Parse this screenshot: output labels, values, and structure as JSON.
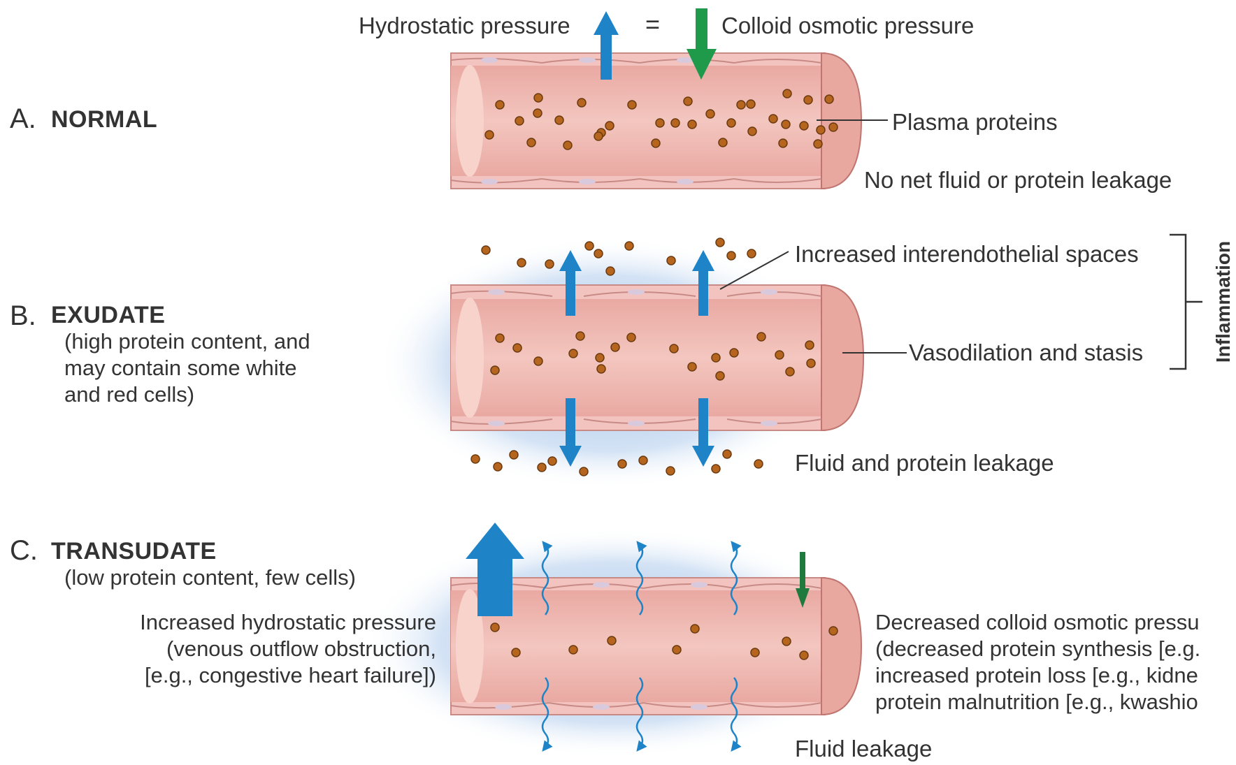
{
  "sections": {
    "normal": {
      "letter": "A.",
      "title": "NORMAL"
    },
    "exudate": {
      "letter": "B.",
      "title": "EXUDATE",
      "description": [
        "(high protein content, and",
        "may contain some white",
        "and red cells)"
      ]
    },
    "transudate": {
      "letter": "C.",
      "title": "TRANSUDATE",
      "description": [
        "(low protein content, few cells)"
      ]
    }
  },
  "labels": {
    "hydrostatic_pressure": "Hydrostatic pressure",
    "equals": "=",
    "colloid_osmotic_pressure": "Colloid osmotic pressure",
    "plasma_proteins": "Plasma proteins",
    "no_net_leakage": "No net fluid or protein leakage",
    "increased_spaces": "Increased interendothelial spaces",
    "vasodilation": "Vasodilation and stasis",
    "inflammation": "Inflammation",
    "fluid_protein_leakage": "Fluid and protein leakage",
    "increased_hydrostatic": [
      "Increased hydrostatic pressure",
      "(venous outflow obstruction,",
      "[e.g., congestive heart failure])"
    ],
    "decreased_colloid": [
      "Decreased colloid osmotic pressu",
      "(decreased protein synthesis [e.g.",
      "increased protein loss [e.g., kidne",
      "protein malnutrition [e.g., kwashio"
    ],
    "fluid_leakage": "Fluid leakage"
  },
  "colors": {
    "vessel_wall": "#f4c9c4",
    "vessel_lumen": "#e89a96",
    "protein": "#b5651d",
    "blue_arrow": "#1f84c7",
    "green_arrow": "#1f9a4a",
    "halo": "#9ec1e6"
  }
}
